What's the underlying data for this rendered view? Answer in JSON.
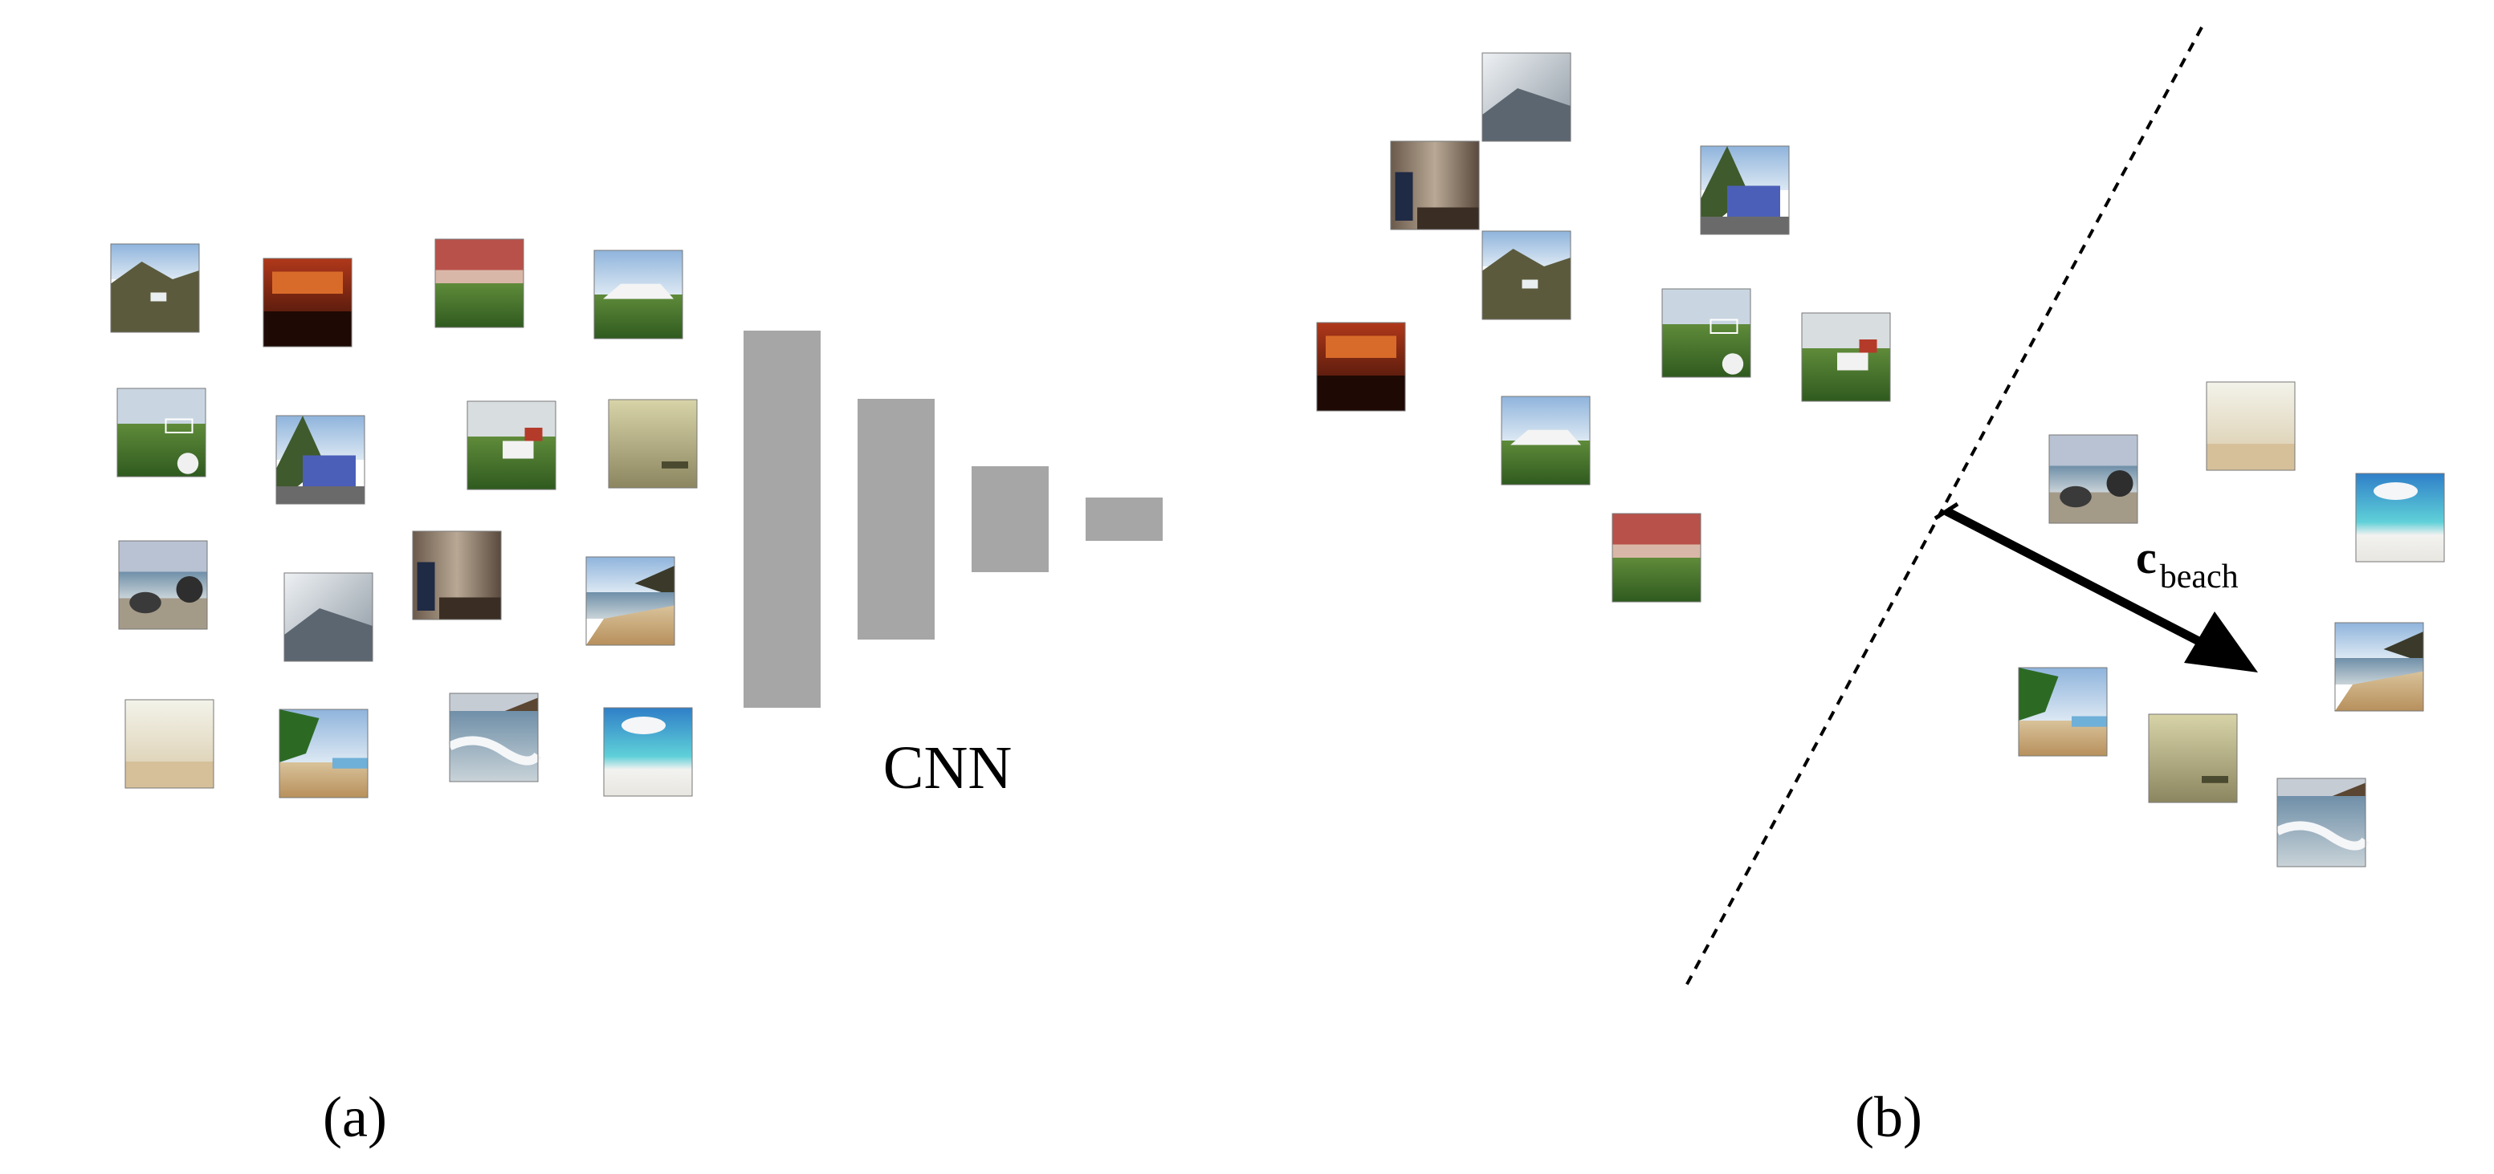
{
  "cnn_label": "CNN",
  "panel_a_label": "(a)",
  "panel_b_label": "(b)",
  "vector_label": {
    "main": "c",
    "subscript": "beach"
  },
  "colors": {
    "layer_fill": "#a6a6a6",
    "arrow": "#000000",
    "boundary": "#000000",
    "text": "#000000"
  },
  "scene_thumbnails": [
    "valley-tent",
    "crowd-indoor",
    "stadium",
    "white-tent",
    "soccer-field",
    "blue-house",
    "field-camper",
    "foggy-sea",
    "rocky-beach",
    "snowy-mountain",
    "museum-statue",
    "coast-cliff-a",
    "misty-beach",
    "palm-beach",
    "waves-cliff",
    "tropical-beach"
  ],
  "embedding_groups": {
    "non_beach": [
      "snowy-mountain",
      "museum-statue",
      "blue-house",
      "valley-tent",
      "crowd-indoor",
      "soccer-field",
      "field-camper",
      "white-tent",
      "stadium"
    ],
    "beach": [
      "misty-beach",
      "rocky-beach",
      "tropical-beach",
      "coast-cliff-a",
      "palm-beach",
      "foggy-sea",
      "waves-cliff"
    ]
  }
}
